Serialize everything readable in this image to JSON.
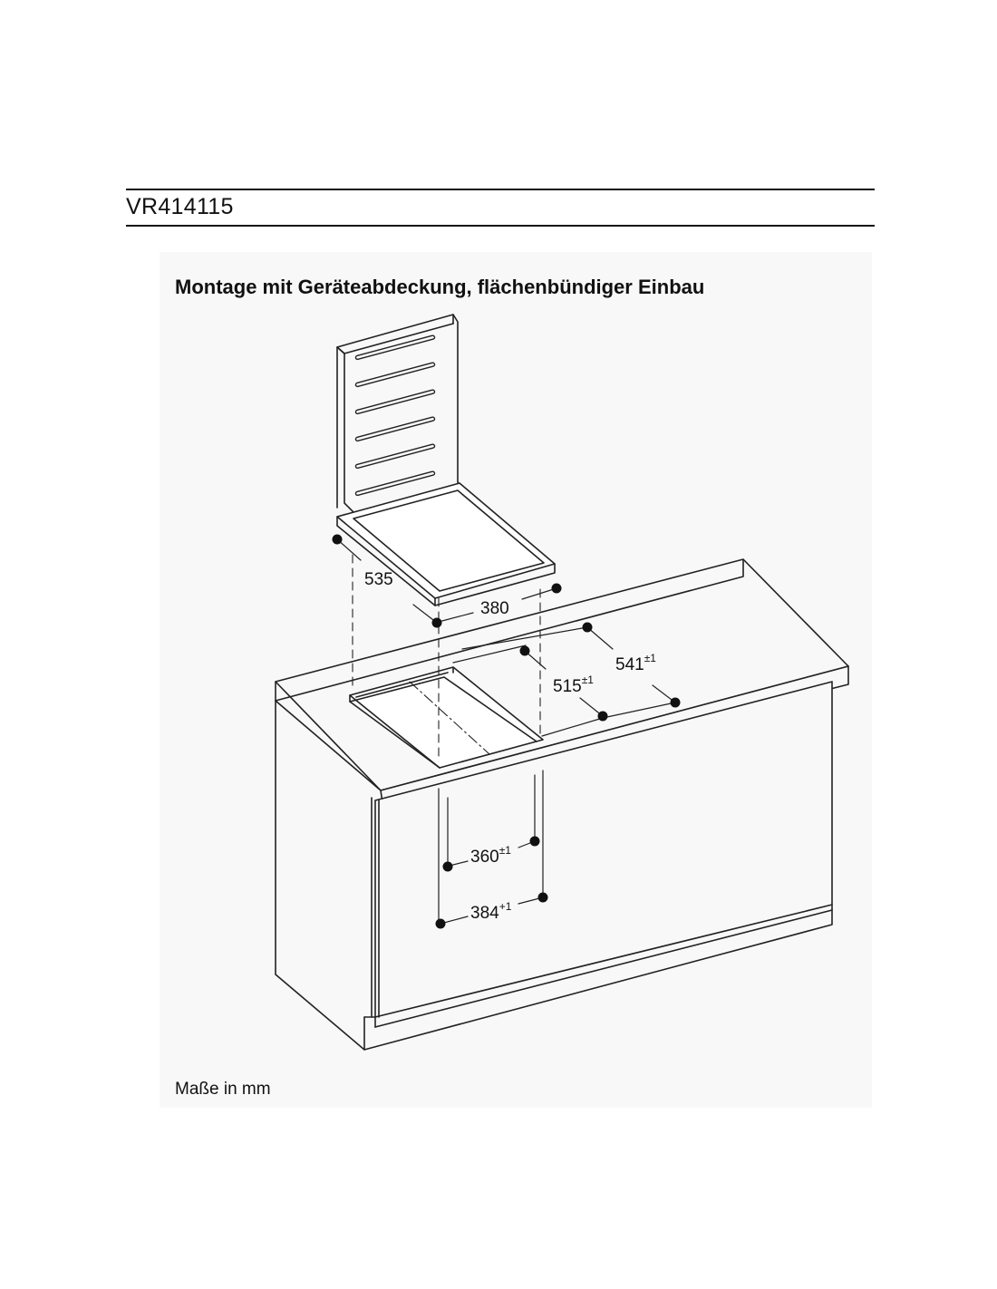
{
  "header": {
    "model": "VR414115"
  },
  "diagram": {
    "title": "Montage mit Geräteabdeckung, flächenbündiger Einbau",
    "units_note": "Maße in mm",
    "dimensions": {
      "d535": {
        "value": "535",
        "tol": ""
      },
      "d380": {
        "value": "380",
        "tol": ""
      },
      "d541": {
        "value": "541",
        "tol": "±1"
      },
      "d515": {
        "value": "515",
        "tol": "±1"
      },
      "d360": {
        "value": "360",
        "tol": "±1"
      },
      "d384": {
        "value": "384",
        "tol": "+1"
      }
    }
  }
}
